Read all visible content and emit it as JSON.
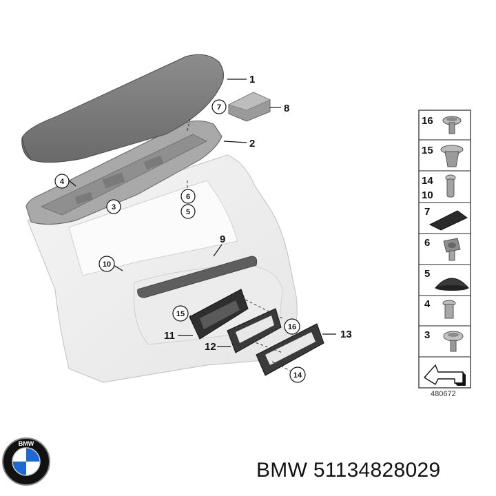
{
  "callouts": {
    "c1": "1",
    "c2": "2",
    "c3": "3",
    "c4": "4",
    "c5": "5",
    "c6": "6",
    "c7": "7",
    "c8": "8",
    "c9": "9",
    "c10": "10",
    "c11": "11",
    "c12": "12",
    "c13": "13",
    "c14": "14",
    "c15": "15",
    "c16": "16"
  },
  "side_panel": {
    "rows": [
      {
        "labels": [
          "16"
        ],
        "icon": "torx-screw-icon"
      },
      {
        "labels": [
          "15"
        ],
        "icon": "expanding-rivet-icon"
      },
      {
        "labels": [
          "14",
          "10"
        ],
        "icon": "bolt-icon"
      },
      {
        "labels": [
          "7"
        ],
        "icon": "pad-icon"
      },
      {
        "labels": [
          "6"
        ],
        "icon": "clip-nut-icon"
      },
      {
        "labels": [
          "5"
        ],
        "icon": "grommet-cap-icon"
      },
      {
        "labels": [
          "4"
        ],
        "icon": "blind-rivet-icon"
      },
      {
        "labels": [
          "3"
        ],
        "icon": "flange-screw-icon"
      },
      {
        "labels": [],
        "icon": "arrow-corner-icon"
      }
    ]
  },
  "ref_code": "480672",
  "caption": "BMW 51134828029",
  "brand": {
    "logo": "bmw-roundel-logo",
    "blue": "#1c69d4",
    "ring": "#111111"
  }
}
